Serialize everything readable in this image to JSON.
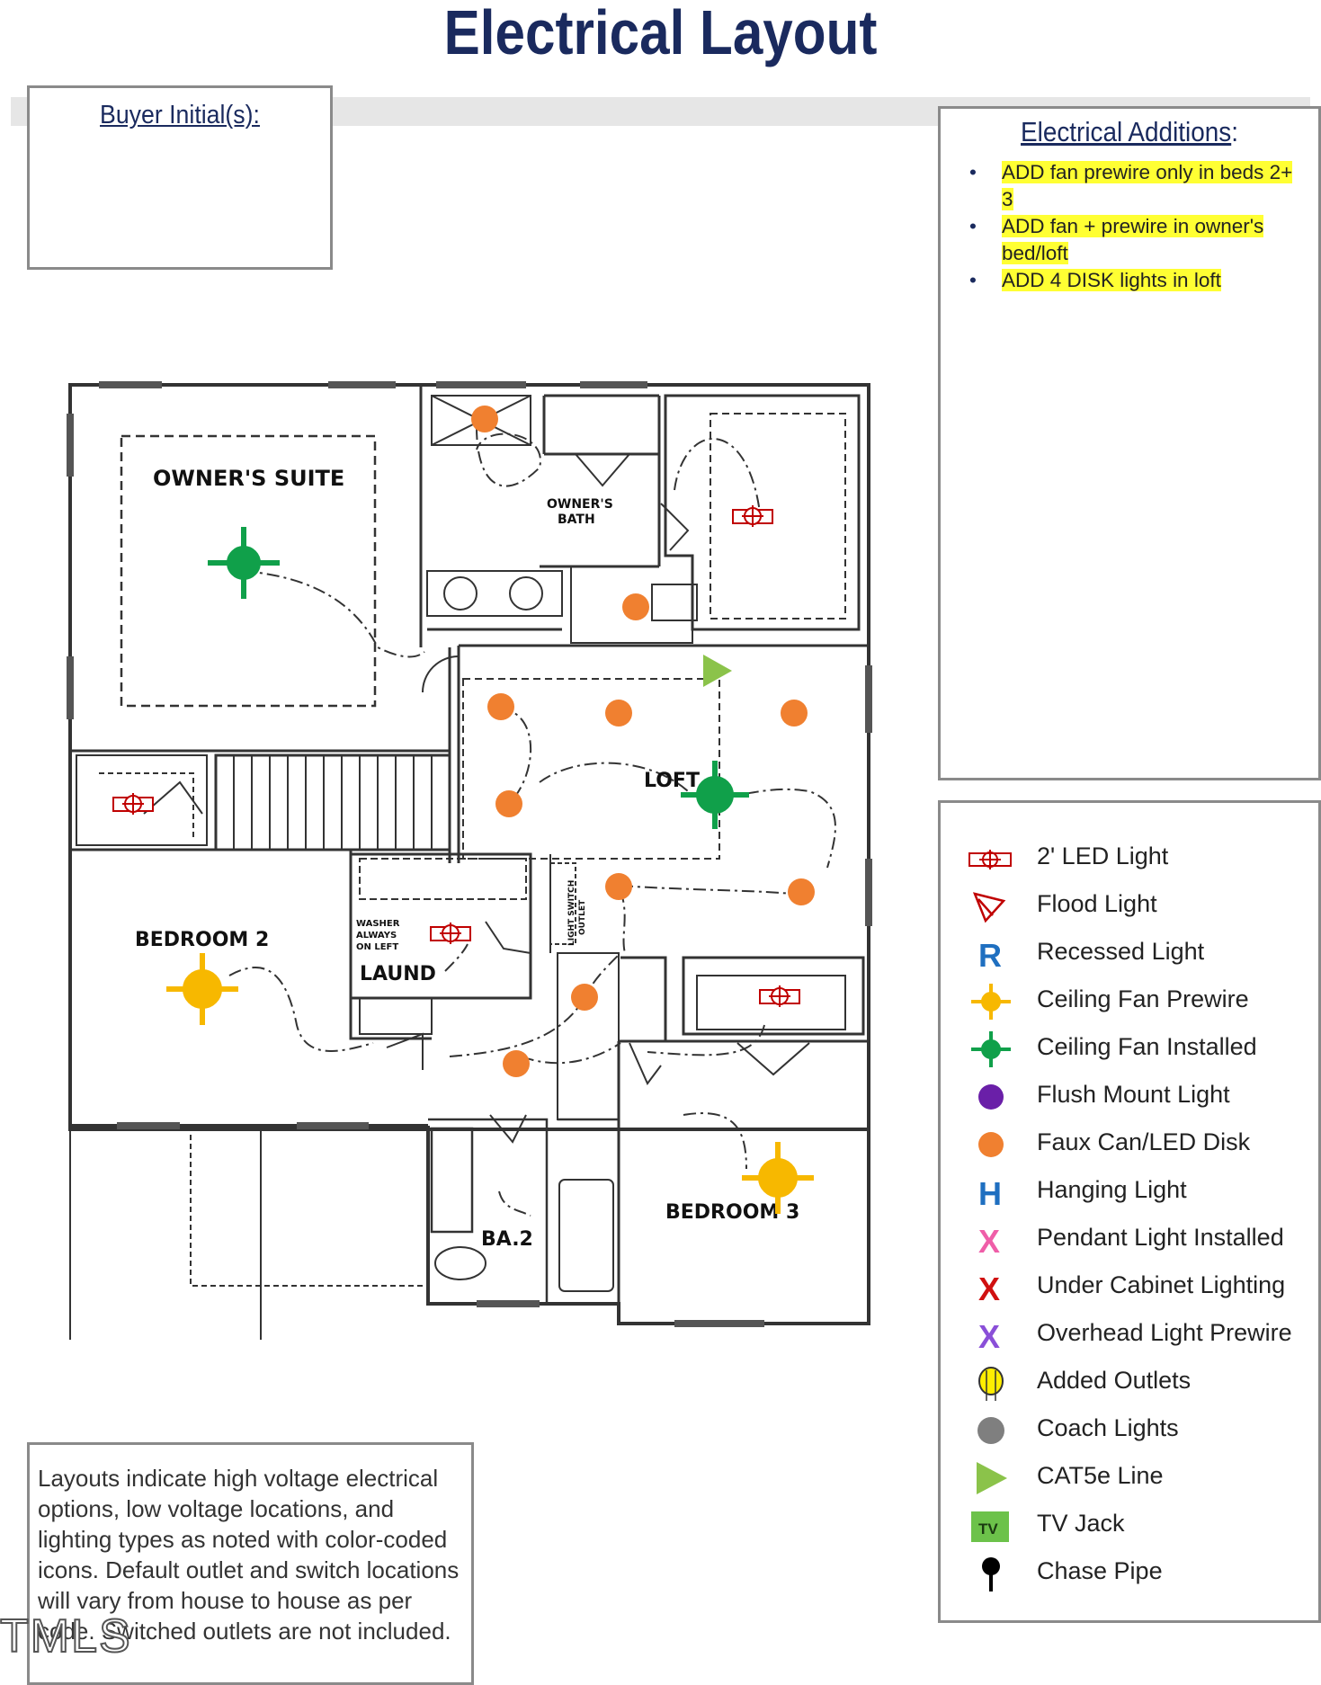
{
  "title": "Electrical Layout",
  "buyer_initials": {
    "label": "Buyer Initial(s):"
  },
  "electrical_additions": {
    "heading": "Electrical Additions",
    "heading_suffix": ":",
    "items": [
      "ADD fan prewire only in beds 2+ 3",
      "ADD fan + prewire in owner's bed/loft",
      "ADD 4 DISK lights in loft"
    ]
  },
  "floor_plan": {
    "rooms": {
      "owners_suite": "OWNER'S SUITE",
      "owners_bath_1": "OWNER'S",
      "owners_bath_2": "BATH",
      "loft": "LOFT",
      "bedroom_2": "BEDROOM 2",
      "laundry": "LAUND",
      "washer_note_1": "WASHER",
      "washer_note_2": "ALWAYS",
      "washer_note_3": "ON LEFT",
      "bath_2": "BA.2",
      "bedroom_3": "BEDROOM 3",
      "switch_note_1": "LIGHT SWITCH",
      "switch_note_2": "OUTLET"
    }
  },
  "legend": {
    "items": [
      {
        "icon": "led-2ft-icon",
        "label": "2' LED Light",
        "color": "#c00000"
      },
      {
        "icon": "flood-light-icon",
        "label": "Flood Light",
        "color": "#c00000"
      },
      {
        "icon": "recessed-light-icon",
        "label": "Recessed Light",
        "color": "#1f6fc0",
        "glyph": "R"
      },
      {
        "icon": "ceiling-fan-prewire-icon",
        "label": "Ceiling Fan Prewire",
        "color": "#f7b800"
      },
      {
        "icon": "ceiling-fan-installed-icon",
        "label": "Ceiling Fan Installed",
        "color": "#10a04a"
      },
      {
        "icon": "flush-mount-light-icon",
        "label": "Flush Mount Light",
        "color": "#6a1fa8"
      },
      {
        "icon": "faux-can-led-disk-icon",
        "label": "Faux Can/LED Disk",
        "color": "#f08030"
      },
      {
        "icon": "hanging-light-icon",
        "label": "Hanging Light",
        "color": "#1f6fc0",
        "glyph": "H"
      },
      {
        "icon": "pendant-light-icon",
        "label": "Pendant Light Installed",
        "color": "#ef5ea8",
        "glyph": "X"
      },
      {
        "icon": "under-cabinet-icon",
        "label": "Under Cabinet Lighting",
        "color": "#d01010",
        "glyph": "X"
      },
      {
        "icon": "overhead-prewire-icon",
        "label": "Overhead Light Prewire",
        "color": "#8a4fd8",
        "glyph": "X"
      },
      {
        "icon": "added-outlet-icon",
        "label": "Added Outlets",
        "color": "#ffee00"
      },
      {
        "icon": "coach-light-icon",
        "label": "Coach Lights",
        "color": "#7f7f7f"
      },
      {
        "icon": "cat5e-line-icon",
        "label": "CAT5e Line",
        "color": "#8bc34a"
      },
      {
        "icon": "tv-jack-icon",
        "label": "TV Jack",
        "color": "#6cc24a",
        "glyph": "TV"
      },
      {
        "icon": "chase-pipe-icon",
        "label": "Chase Pipe",
        "color": "#000000"
      }
    ]
  },
  "note": {
    "text": "Layouts indicate high voltage electrical options, low voltage locations, and lighting types as noted with color-coded icons. Default outlet and switch locations will vary from house to house as per code. Switched outlets are not included."
  },
  "watermark": "TMLS"
}
